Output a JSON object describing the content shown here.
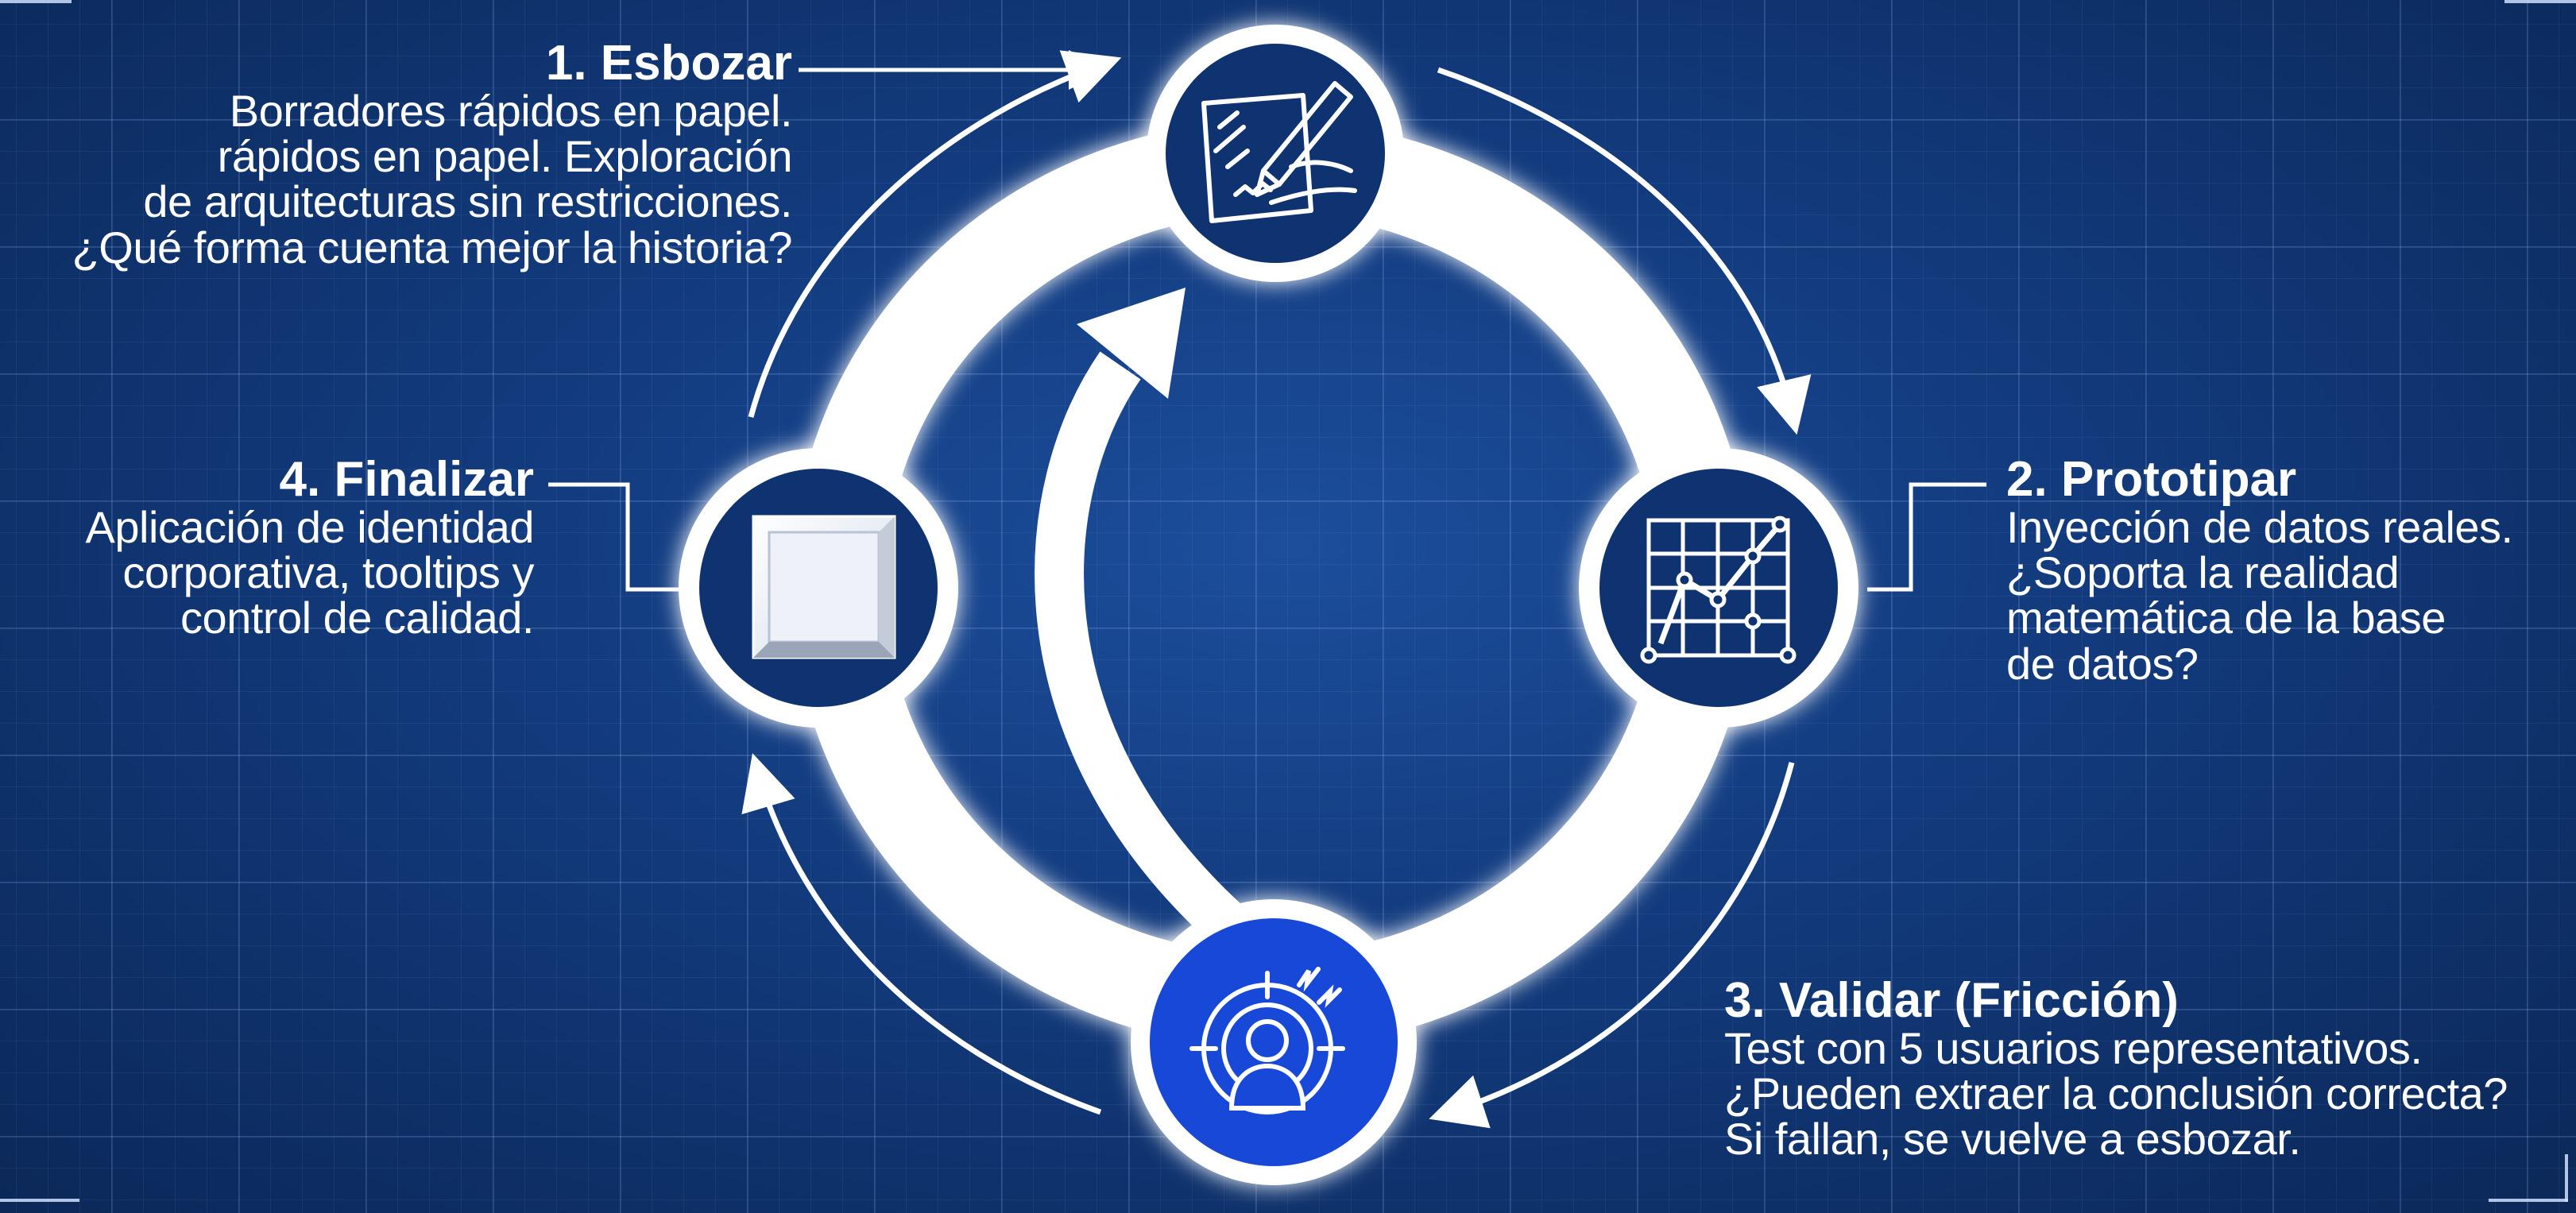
{
  "steps": [
    {
      "title": "1. Esbozar",
      "lines": [
        "Borradores rápidos en papel.",
        "rápidos en papel. Exploración",
        "de arquitecturas sin restricciones.",
        "¿Qué forma cuenta mejor la historia?"
      ],
      "icon": "pencil-sketch-icon"
    },
    {
      "title": "2. Prototipar",
      "lines": [
        "Inyección de datos reales.",
        "¿Soporta la realidad",
        "matemática de la base",
        "de datos?"
      ],
      "icon": "chart-grid-icon"
    },
    {
      "title": "3. Validar (Fricción)",
      "lines": [
        "Test con 5 usuarios representativos.",
        "¿Pueden extraer la conclusión correcta?",
        "Si fallan, se vuelve a esbozar."
      ],
      "icon": "user-target-icon"
    },
    {
      "title": "4. Finalizar",
      "lines": [
        "Aplicación de identidad",
        "corporativa, tooltips y",
        "control de calidad."
      ],
      "icon": "polished-square-icon"
    }
  ],
  "colors": {
    "background": "#123a7c",
    "ring": "#ffffff",
    "accent": "#1848d8",
    "node_fill": "#0f3370"
  }
}
